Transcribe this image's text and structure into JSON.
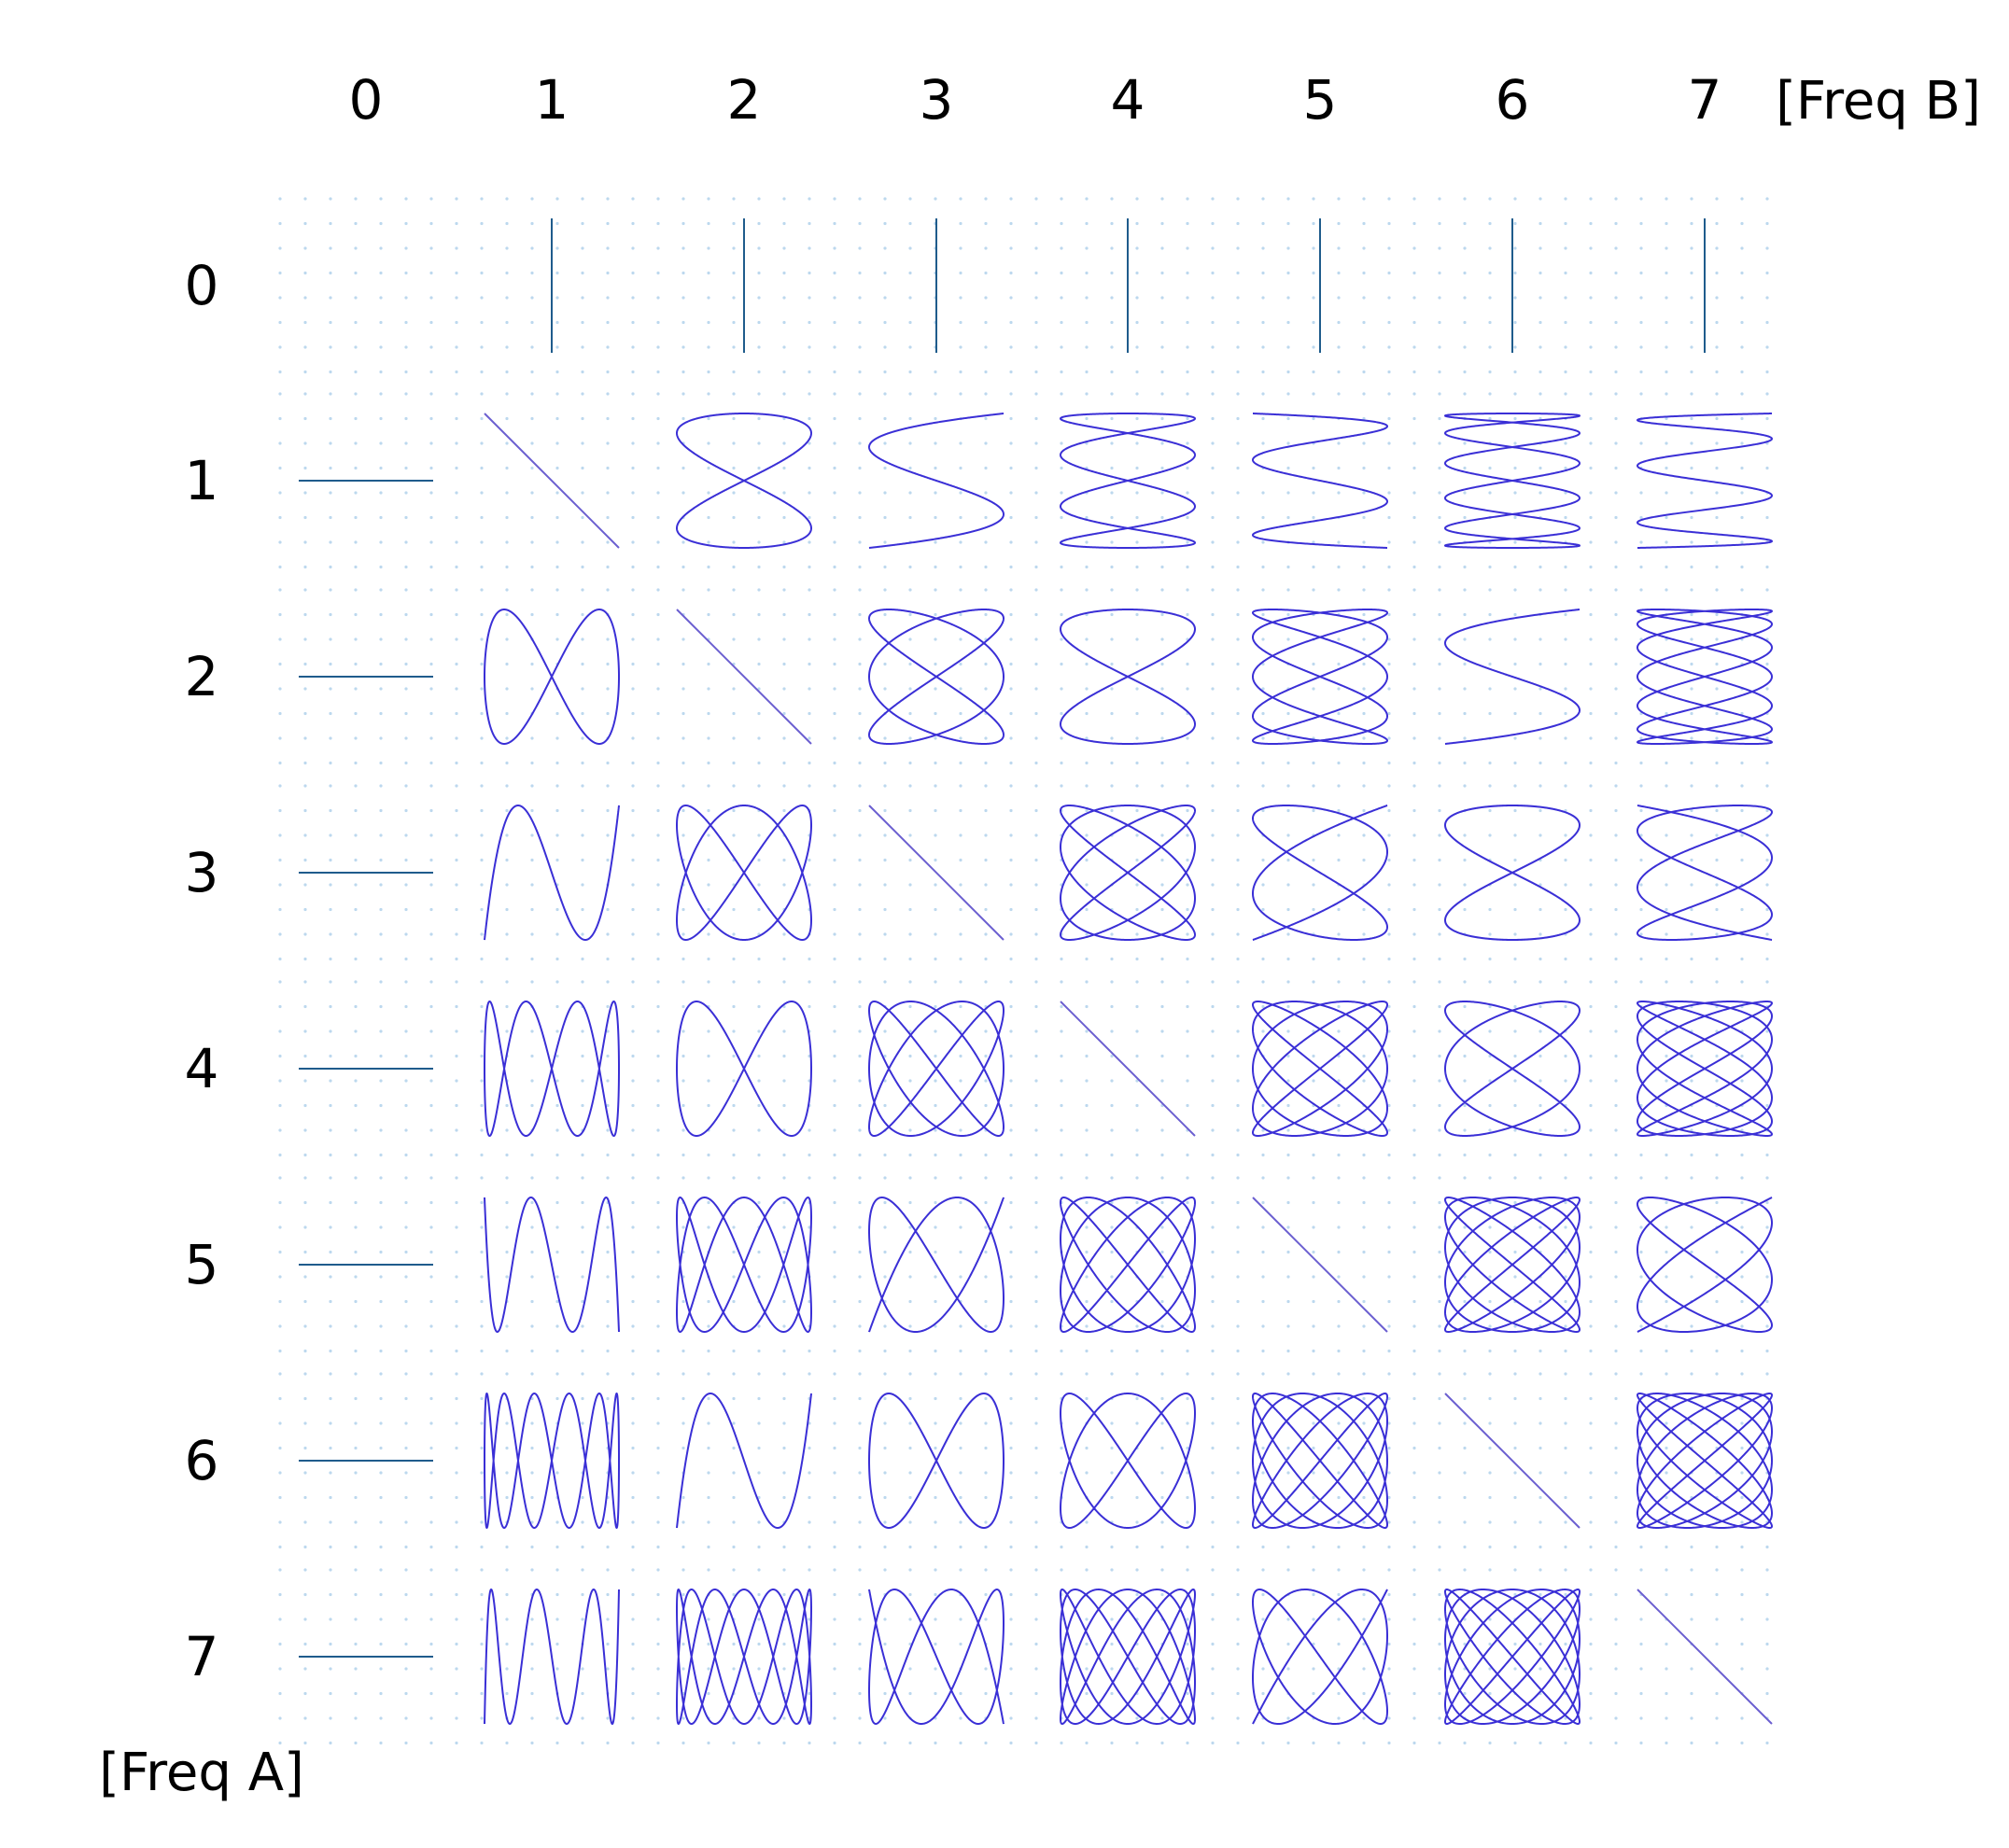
{
  "column_axis_label": "[Freq B]",
  "row_axis_label": "[Freq A]",
  "column_labels": [
    "0",
    "1",
    "2",
    "3",
    "4",
    "5",
    "6",
    "7"
  ],
  "row_labels": [
    "0",
    "1",
    "2",
    "3",
    "4",
    "5",
    "6",
    "7"
  ],
  "frequencies": [
    0,
    1,
    2,
    3,
    4,
    5,
    6,
    7
  ],
  "colors": {
    "curve": "#3a2fd6",
    "diagonal": "#6b5fd0",
    "axis_line": "#1f5c8c",
    "dot_grid": "#bcd8ee",
    "label": "#000000"
  }
}
